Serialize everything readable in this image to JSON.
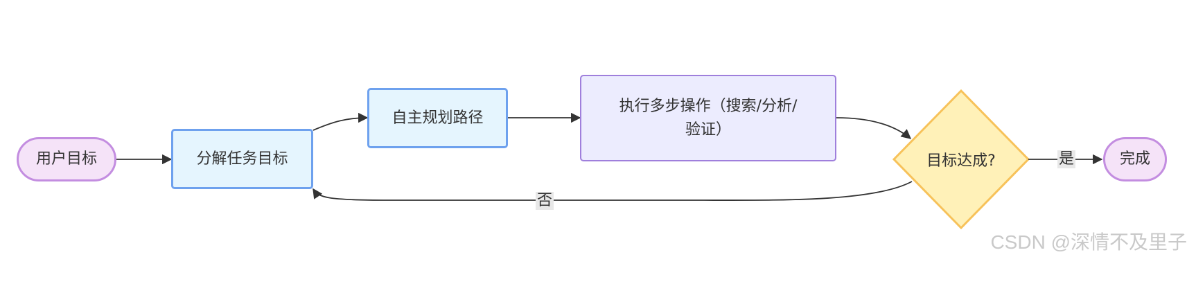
{
  "nodes": {
    "user_goal": "用户目标",
    "decompose": "分解任务目标",
    "plan": "自主规划路径",
    "execute_line1": "执行多步操作（搜索/分析/",
    "execute_line2": "验证）",
    "decision": "目标达成?",
    "done": "完成"
  },
  "edge_labels": {
    "yes": "是",
    "no": "否"
  },
  "watermark": "CSDN @深情不及里子",
  "colors": {
    "stadium_fill": "#f5e3f8",
    "stadium_stroke": "#c38de0",
    "blue_fill": "#e5f5fe",
    "blue_stroke": "#6ea1ee",
    "purple_fill": "#ececfe",
    "purple_stroke": "#9f7fdc",
    "diamond_fill": "#fff1b8",
    "diamond_stroke": "#f7c25a",
    "edge": "#333333"
  }
}
